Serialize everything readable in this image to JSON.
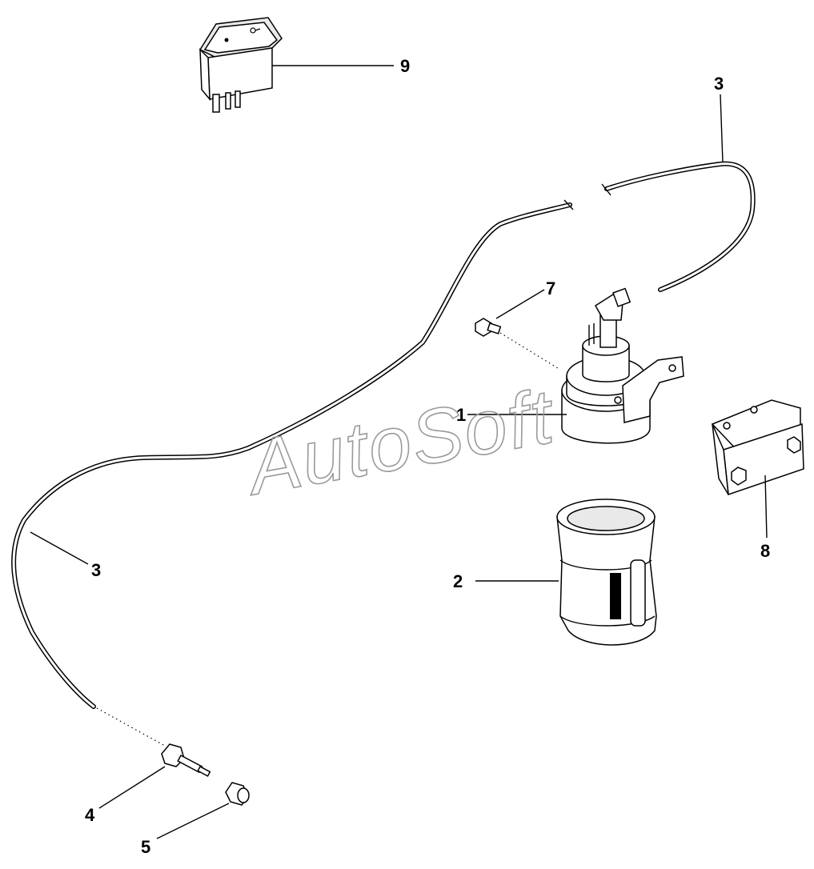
{
  "watermark": "AutoSoft",
  "callouts": {
    "c1": "1",
    "c2": "2",
    "c3_top": "3",
    "c3_left": "3",
    "c4": "4",
    "c5": "5",
    "c7": "7",
    "c8": "8",
    "c9": "9"
  },
  "icons": {
    "switch": "rocker-switch-icon",
    "tube": "capillary-tube-icon",
    "sensor": "temperature-sensor-icon",
    "bracket": "bracket-icon",
    "boot": "rubber-boot-icon",
    "fitting": "fitting-icon",
    "plug": "plug-icon",
    "bolt": "bolt-icon"
  }
}
